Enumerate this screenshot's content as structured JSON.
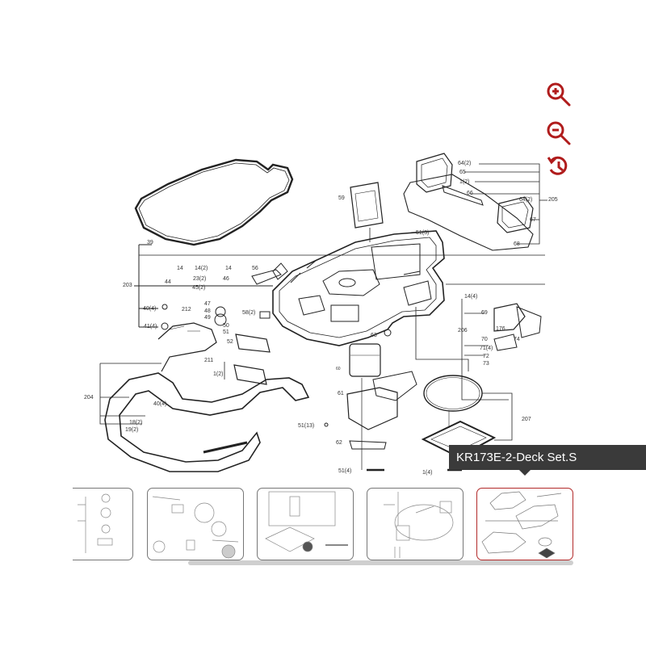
{
  "toolbar": {
    "zoom_in": {
      "icon": "zoom-in-icon",
      "color": "#b01c1c"
    },
    "zoom_out": {
      "icon": "zoom-out-icon",
      "color": "#b01c1c"
    },
    "reset": {
      "icon": "history-reset-icon",
      "color": "#b01c1c"
    }
  },
  "diagram": {
    "labels": {
      "l39": "39",
      "l203": "203",
      "l14a": "14",
      "l14_2": "14(2)",
      "l14b": "14",
      "l56": "56",
      "l44": "44",
      "l23_2": "23(2)",
      "l46": "46",
      "l45_2": "45(2)",
      "l40_4a": "40(4)",
      "l41_4": "41(4)",
      "l212": "212",
      "l47": "47",
      "l48": "48",
      "l49": "49",
      "l58_2": "58(2)",
      "l50": "50",
      "l51": "51",
      "l52": "52",
      "l211": "211",
      "l1_2a": "1(2)",
      "l204": "204",
      "l40_4b": "40(4)",
      "l18_2": "18(2)",
      "l19_2": "19(2)",
      "l59": "59",
      "l51_3": "51(3)",
      "l64_2a": "64(2)",
      "l65": "65",
      "l1_2b": "1(2)",
      "l66": "66",
      "l64_2b": "64(2)",
      "l205": "205",
      "l67": "67",
      "l68": "68",
      "l14_4": "14(4)",
      "l69": "69",
      "l206": "206",
      "l176": "176",
      "l70": "70",
      "l74": "74",
      "l71_4": "71(4)",
      "l72": "72",
      "l73": "73",
      "l63": "63",
      "l60": "60",
      "l61": "61",
      "l51_13": "51(13)",
      "l62": "62",
      "l51_4": "51(4)",
      "l1_4": "1(4)",
      "l207": "207"
    }
  },
  "tooltip": {
    "text": "KR173E-2-Deck Set.S"
  },
  "thumbnails": [
    {
      "name": "thumb-1",
      "active": false
    },
    {
      "name": "thumb-2",
      "active": false
    },
    {
      "name": "thumb-3",
      "active": false
    },
    {
      "name": "thumb-4",
      "active": false
    },
    {
      "name": "thumb-5",
      "active": true,
      "accent": "#b22a2a"
    }
  ]
}
